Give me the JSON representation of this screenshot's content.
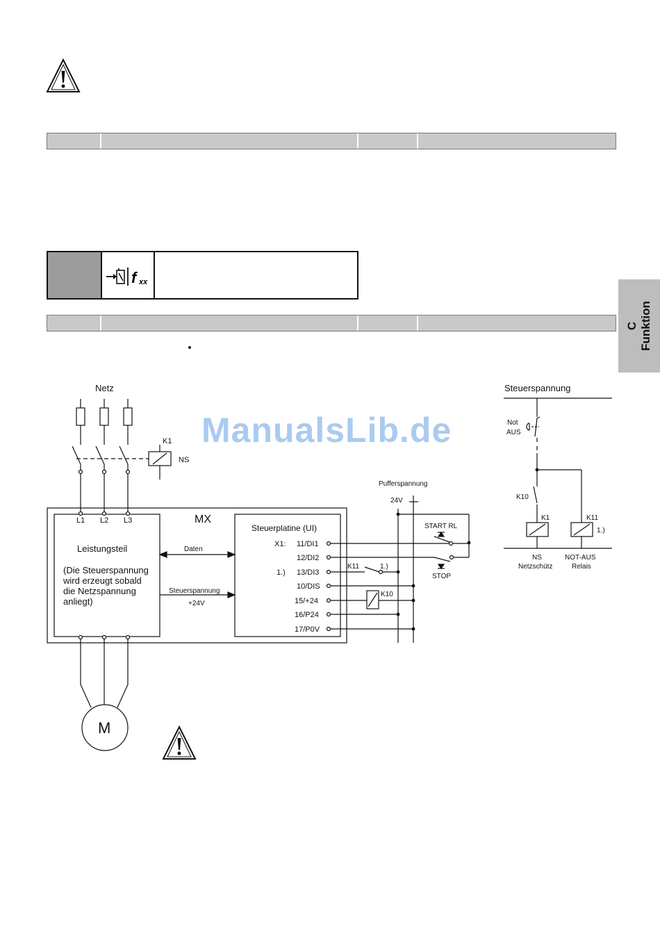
{
  "side_tab": {
    "letter": "C",
    "label": "Funktion"
  },
  "watermark": "ManualsLib.de",
  "function_icon": {
    "glyph": "f",
    "subscript": "xx"
  },
  "diagram": {
    "mains": {
      "netz": "Netz",
      "k1_top": "K1",
      "ns": "NS",
      "l1": "L1",
      "l2": "L2",
      "l3": "L3",
      "motor": "M"
    },
    "mx": {
      "label": "MX",
      "power_part": "Leistungsteil",
      "power_note": [
        "(Die Steuerspannung",
        "wird erzeugt sobald",
        "die Netzspannung",
        "anliegt)"
      ],
      "daten": "Daten",
      "steuerspannung": "Steuerspannung",
      "plus24v": "+24V",
      "board_title": "Steuerplatine (UI)",
      "x1": "X1:",
      "ref_note": "1.)",
      "terminals": [
        "11/DI1",
        "12/DI2",
        "13/DI3",
        "10/DIS",
        "15/+24",
        "16/P24",
        "17/P0V"
      ]
    },
    "buffer": {
      "title": "Pufferspannung",
      "voltage": "24V",
      "start": "START RL",
      "stop": "STOP",
      "k11": "K11",
      "k11_note": "1.)",
      "k10": "K10"
    },
    "control": {
      "title": "Steuerspannung",
      "notaus": [
        "Not",
        "AUS"
      ],
      "k10": "K10",
      "k1": "K1",
      "k11": "K11",
      "k11_note": "1.)",
      "ns_label": [
        "NS",
        "Netzschütz"
      ],
      "notaus_relay": [
        "NOT-AUS",
        "Relais"
      ]
    }
  },
  "colors": {
    "header_bar": "#c9c9c9",
    "tab": "#bdbdbd",
    "watermark": "#aacbf0",
    "gray_cell": "#9c9c9c"
  },
  "icons": [
    "warning-triangle-icon",
    "function-parameter-icon"
  ]
}
